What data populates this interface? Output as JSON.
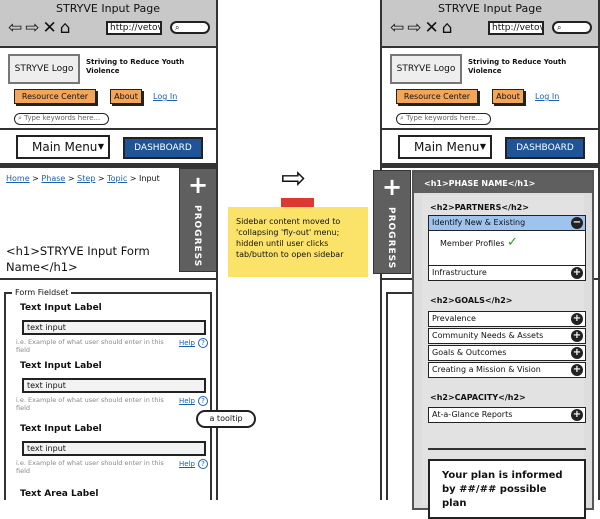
{
  "browser": {
    "title": "STRYVE Input Page",
    "url": "http://vetov",
    "back": "⇦",
    "forward": "⇨",
    "close": "✕",
    "home": "⌂"
  },
  "header": {
    "logo": "STRYVE Logo",
    "tagline": "Striving to Reduce Youth Violence",
    "resource_center": "Resource Center",
    "about": "About",
    "login": "Log In",
    "search_placeholder": "Type keywords here..."
  },
  "nav": {
    "main_menu": "Main Menu",
    "dashboard": "DASHBOARD"
  },
  "breadcrumb": [
    "Home",
    "Phase",
    "Step",
    "Topic",
    "Input"
  ],
  "breadcrumb_sep": ">",
  "page_title": "<h1>STRYVE Input Form Name</h1>",
  "progress_tab": {
    "plus": "+",
    "label": "PROGRESS"
  },
  "form": {
    "legend": "Form Fieldset",
    "fields": [
      {
        "label": "Text Input Label",
        "value": "text input",
        "hint": "i.e. Example of what user should enter in this field",
        "help": "Help"
      },
      {
        "label": "Text Input Label",
        "value": "text input",
        "hint": "i.e. Example of what user should enter in this field",
        "help": "Help"
      },
      {
        "label": "Text Input Label",
        "value": "text input",
        "hint": "i.e. Example of what user should enter in this field",
        "help": "Help"
      }
    ],
    "textarea_label": "Text Area Label",
    "tooltip": "a tooltip"
  },
  "note": "Sidebar content moved to 'collapsing 'fly-out' menu; hidden until user clicks tab/button to open sidebar",
  "flyout": {
    "title": "<h1>PHASE NAME</h1>",
    "sections": [
      {
        "heading": "<h2>PARTNERS</h2>",
        "items": [
          "Identify New & Existing",
          "Infrastructure"
        ],
        "expanded_child": "Member Profiles"
      },
      {
        "heading": "<h2>GOALS</h2>",
        "items": [
          "Prevalence",
          "Community Needs & Assets",
          "Goals & Outcomes",
          "Creating a Mission & Vision"
        ]
      },
      {
        "heading": "<h2>CAPACITY</h2>",
        "items": [
          "At-a-Glance Reports"
        ]
      }
    ],
    "plan_text": "Your plan is informed by ##/## possible plan"
  },
  "colors": {
    "accent_orange": "#f3a55a",
    "dashboard_blue": "#1f5496",
    "selected": "#9ec3ee",
    "note_yellow": "#fbe36a",
    "check_green": "#2aa02a"
  }
}
